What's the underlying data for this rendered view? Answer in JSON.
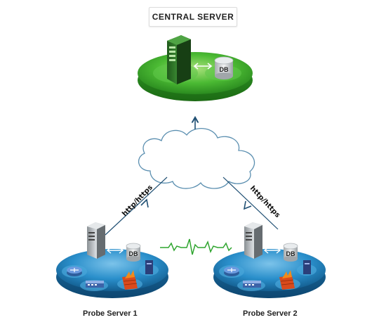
{
  "central": {
    "title": "CENTRAL SERVER",
    "db_label": "DB"
  },
  "probes": [
    {
      "label": "Probe Server 1",
      "db_label": "DB"
    },
    {
      "label": "Probe Server 2",
      "db_label": "DB"
    }
  ],
  "links": {
    "left_label": "http/https",
    "right_label": "http/https"
  },
  "colors": {
    "central_platform": "#3aa82c",
    "probe_platform": "#1e7fb8",
    "heartbeat": "#2fa52f",
    "arrow": "#1f4f73",
    "cloud_stroke": "#5b8fb0"
  },
  "icons": [
    "server-icon",
    "database-icon",
    "cloud-icon",
    "router-icon",
    "switch-icon",
    "firewall-icon",
    "heartbeat-icon"
  ]
}
